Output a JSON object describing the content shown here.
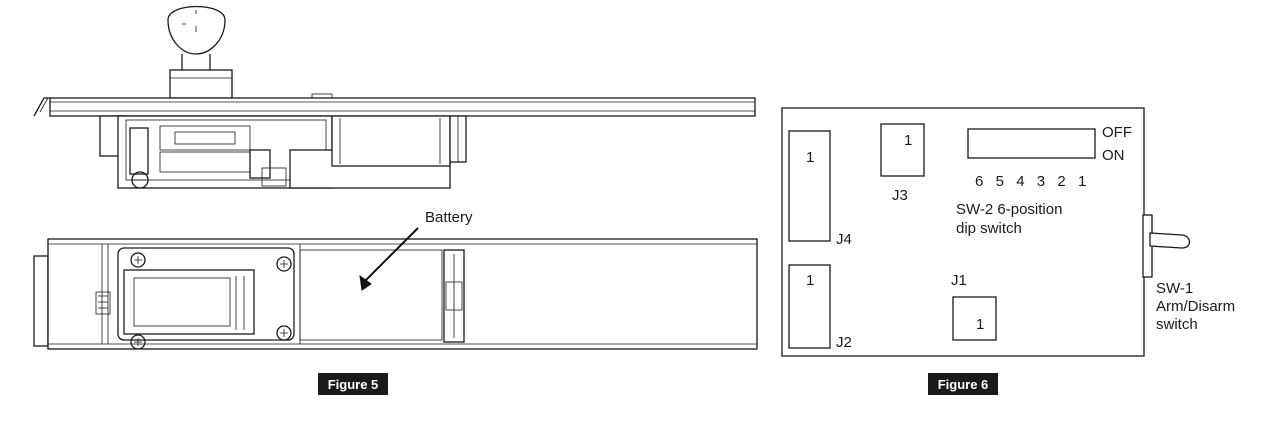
{
  "figure5": {
    "caption": "Figure 5",
    "battery_label": "Battery"
  },
  "figure6": {
    "caption": "Figure 6",
    "connectors": {
      "j1": {
        "name": "J1",
        "pin": "1"
      },
      "j2": {
        "name": "J2",
        "pin": "1"
      },
      "j3": {
        "name": "J3",
        "pin": "1"
      },
      "j4": {
        "name": "J4",
        "pin": "1"
      }
    },
    "dip": {
      "off": "OFF",
      "on": "ON",
      "positions": [
        "6",
        "5",
        "4",
        "3",
        "2",
        "1"
      ],
      "label_line1": "SW-2 6-position",
      "label_line2": "dip switch"
    },
    "arm_switch": {
      "line1": "SW-1",
      "line2": "Arm/Disarm",
      "line3": "switch"
    }
  },
  "colors": {
    "line": "#1a1a1a",
    "caption_bg": "#1a1a1a",
    "caption_text": "#ffffff"
  }
}
